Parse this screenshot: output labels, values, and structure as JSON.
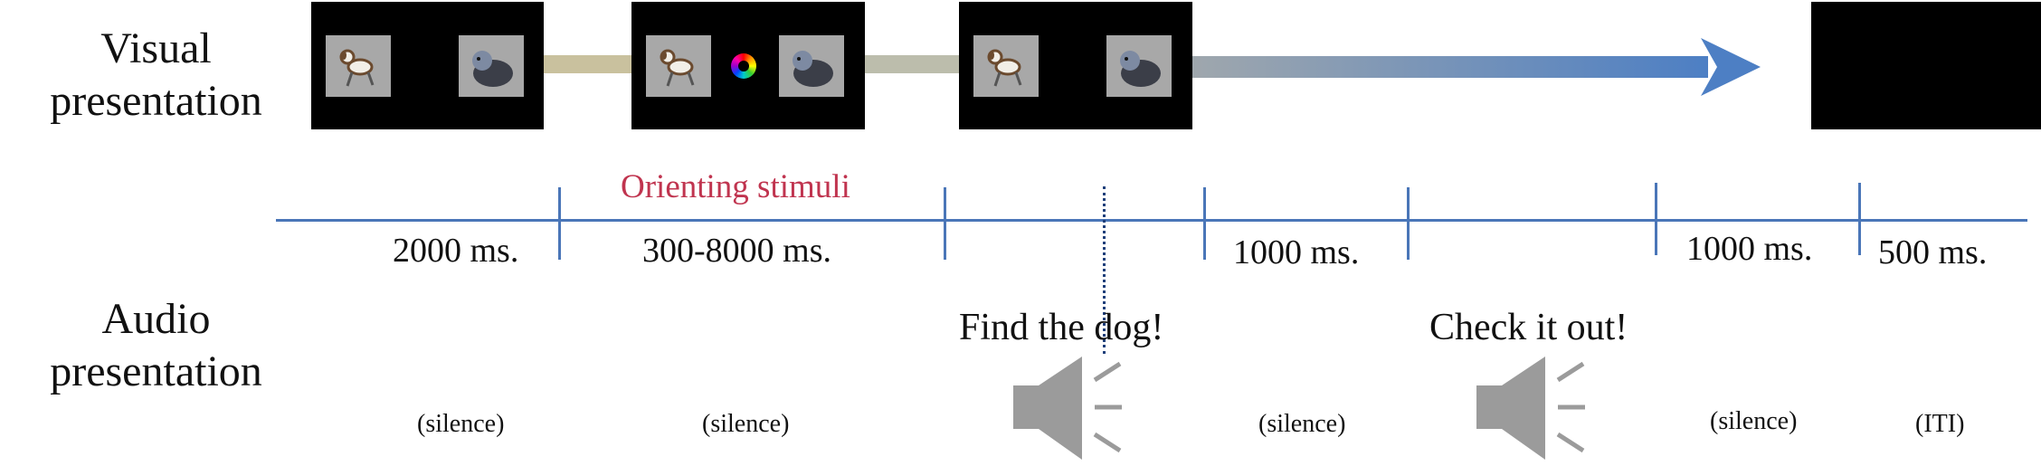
{
  "rows": {
    "visual": [
      "Visual",
      "presentation"
    ],
    "audio": [
      "Audio",
      "presentation"
    ]
  },
  "orienting_label": "Orienting stimuli",
  "durations": [
    "2000 ms.",
    "300-8000 ms.",
    "1000 ms.",
    "1000 ms.",
    "500 ms."
  ],
  "speech": {
    "prompt": "Find the dog!",
    "followup": "Check it out!"
  },
  "silence_labels": [
    "(silence)",
    "(silence)",
    "(silence)",
    "(silence)",
    "(ITI)"
  ],
  "images": {
    "left": "dog-image",
    "right": "wombat-image",
    "center": "color-wheel"
  },
  "colors": {
    "timeline": "#4a76b8",
    "orienting_text": "#c0344f",
    "arrow_start": "#a9a9a9",
    "arrow_end": "#4d7fc4",
    "speaker": "#9b9b9b",
    "frame": "#000000"
  }
}
